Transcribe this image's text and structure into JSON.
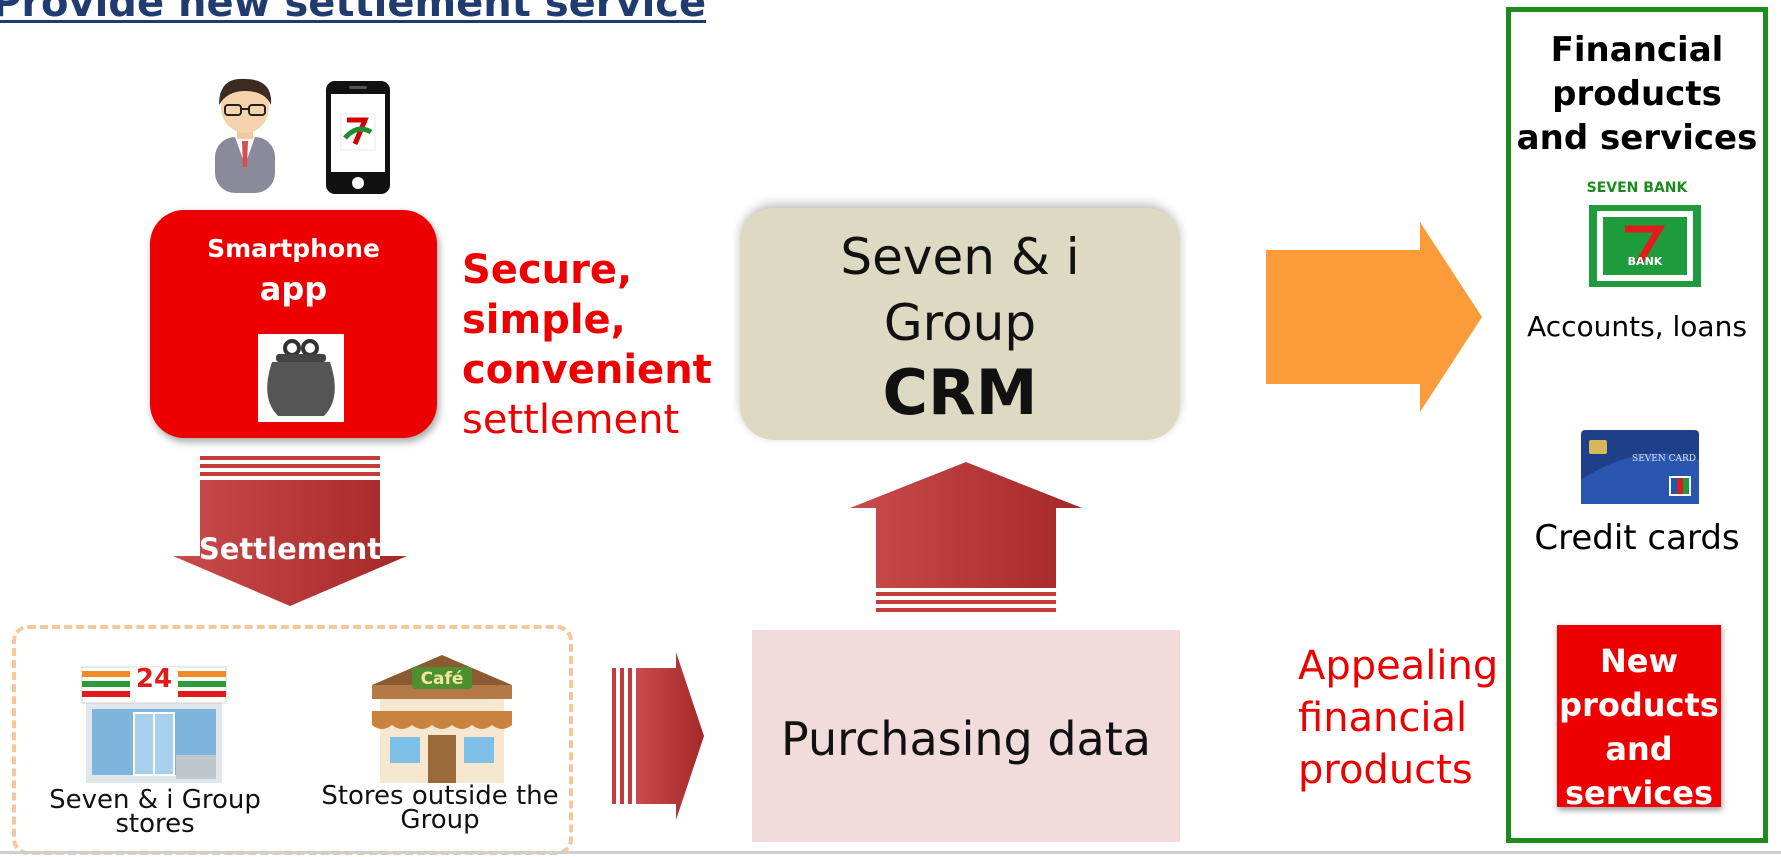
{
  "title": "Provide new settlement service",
  "app": {
    "line1": "Smartphone",
    "line2": "app"
  },
  "phone_logo": "7i",
  "payment": {
    "line1": "Secure,",
    "line2": "simple,",
    "line3": "convenient",
    "line4": "settlement"
  },
  "crm": {
    "line1": "Seven & i",
    "line2": "Group",
    "line3": "CRM"
  },
  "settlement_arrow_label": "Settlement",
  "stores": [
    {
      "label1": "Seven & i Group",
      "label2": "stores",
      "sign": "24"
    },
    {
      "label1": "Stores outside the",
      "label2": "Group",
      "sign": "Café"
    }
  ],
  "purchasing_data": "Purchasing data",
  "appeal": {
    "line1": "Appealing",
    "line2": "financial",
    "line3": "products"
  },
  "financial": {
    "title1": "Financial",
    "title2": "products",
    "title3": "and services",
    "seven_bank": "SEVEN BANK",
    "bank_logo_text": "BANK",
    "accounts": "Accounts, loans",
    "card_brand": "SEVEN CARD",
    "credit": "Credit cards",
    "new1": "New",
    "new2": "products",
    "new3": "and",
    "new4": "services"
  },
  "colors": {
    "red": "#ee0000",
    "navy": "#1f3b70",
    "green": "#1e8b1e",
    "orange": "#fb9b3a",
    "dark_red": "#b52f2f",
    "beige": "#ddd9c3",
    "pink": "#f2dcdb"
  },
  "icons": [
    "person-icon",
    "smartphone-icon",
    "wallet-icon",
    "convenience-store-icon",
    "cafe-store-icon",
    "seven-bank-icon",
    "credit-card-icon"
  ]
}
